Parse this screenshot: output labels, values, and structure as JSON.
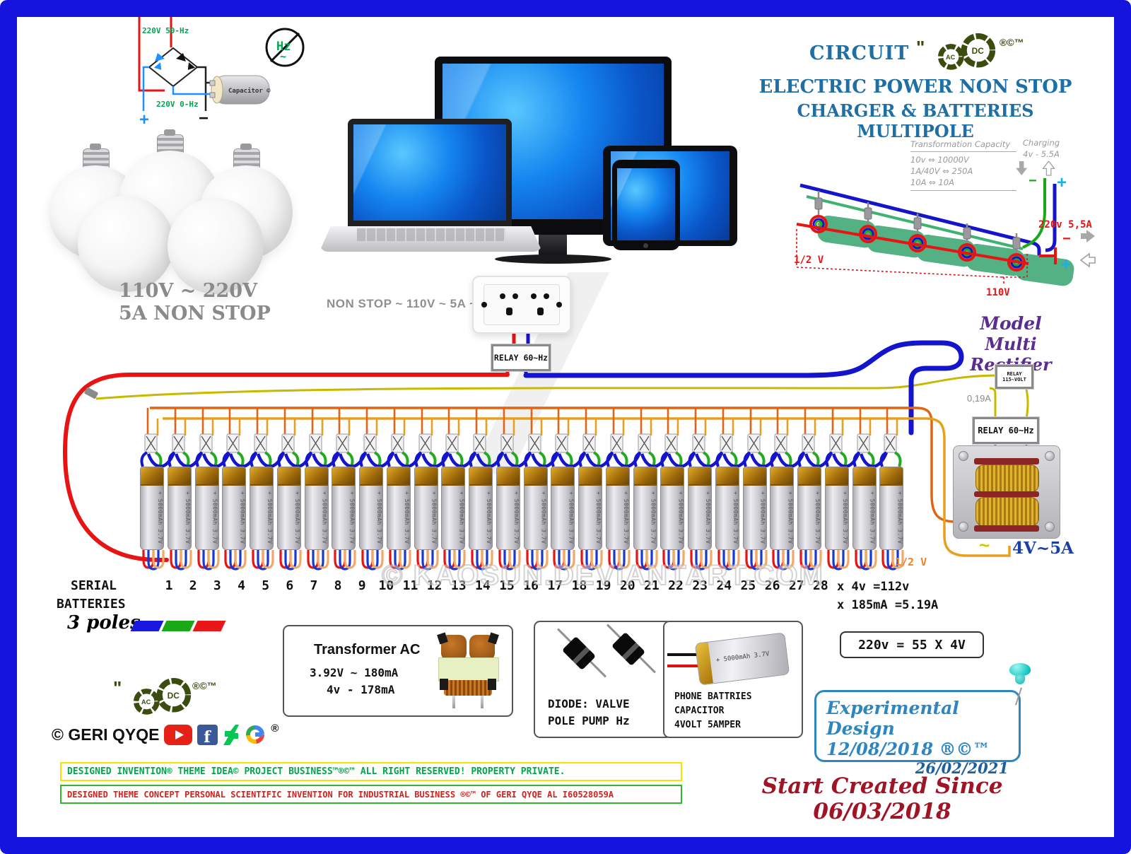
{
  "header": {
    "circuit": "CIRCUIT",
    "quote": "\"",
    "logo": {
      "ac": "AC",
      "dc": "DC",
      "marks": "®©™"
    },
    "title1": "ELECTRIC POWER NON STOP",
    "title2": "CHARGER & BATTERIES MULTIPOLE"
  },
  "rectifier": {
    "top_label": "220V 50-Hz",
    "bottom_label": "220V 0-Hz",
    "hz": "Hz",
    "tilde": "~",
    "capacitor": "Capacitor ©",
    "plus": "+",
    "minus": "−"
  },
  "bulbs": {
    "line1": "110V ~ 220V",
    "line2": "5A NON STOP"
  },
  "outlet": {
    "label": "NON  STOP ~ 110V ~ 5A ~ 60Hz",
    "relay": "RELAY 60~Hz"
  },
  "capacity": {
    "title": "Transformation Capacity",
    "rows": [
      "10v ⇔ 10000V",
      "1A/40V ⇔ 250A",
      "10A ⇔ 10A"
    ],
    "charging1": "Charging",
    "charging2": "4v - 5.5A"
  },
  "bank": {
    "half_v": "1/2 V",
    "v220": "220v 5,5A",
    "v110": "110V",
    "minus": "−",
    "plus": "+"
  },
  "model": {
    "line1": "Model",
    "line2": "Multi Rectifier"
  },
  "relays": {
    "r115_1": "RELAY",
    "r115_2": "115~VOLT",
    "amp": "0,19A",
    "r60": "RELAY 60~Hz"
  },
  "transformer_unit": {
    "tilde": "~",
    "rating": "4V~5A"
  },
  "battery_row": {
    "count": 28,
    "cell_label": "+ 5000mAh 3.7V",
    "numbers": [
      "1",
      "2",
      "3",
      "4",
      "5",
      "6",
      "7",
      "8",
      "9",
      "10",
      "11",
      "12",
      "13",
      "14",
      "15",
      "16",
      "17",
      "18",
      "19",
      "20",
      "21",
      "22",
      "23",
      "24",
      "25",
      "26",
      "27",
      "28"
    ],
    "half_v": "1/2 V",
    "serial1": "SERIAL",
    "serial2": "BATTERIES",
    "poles": "3 poles",
    "formula1": "x 4v =112v",
    "formula2": "x 185mA =5.19A"
  },
  "info_boxes": {
    "transformer_ac": {
      "title": "Transformer AC",
      "line1": "3.92V ~ 180mA",
      "line2": "4v - 178mA"
    },
    "diode": {
      "line1": "DIODE: VALVE",
      "line2": "POLE PUMP Hz"
    },
    "phone": {
      "label": "+ 5000mAh 3.7V",
      "line1": "PHONE BATTRIES",
      "line2": "CAPACITOR",
      "line3": "4VOLT 5AMPER"
    },
    "equation": "220v = 55 X 4V"
  },
  "stamp": {
    "line1": "Experimental Design",
    "line2": "12/08/2018 ®©™",
    "line3": "26/02/2021"
  },
  "credit": {
    "copyright": "© GERI QYQE",
    "reg": "®"
  },
  "footer_logo": {
    "quote": "\"",
    "ac": "AC",
    "dc": "DC",
    "marks": "®©™"
  },
  "banners": {
    "b1": "DESIGNED INVENTION® THEME IDEA© PROJECT BUSINESS™®©™ ALL RIGHT RESERVED! PROPERTY PRIVATE.",
    "b2": "DESIGNED THEME CONCEPT PERSONAL SCIENTIFIC INVENTION FOR INDUSTRIAL BUSINESS ®©™ OF GERI QYQE AL I60528059A"
  },
  "start_created": "Start Created Since 06/03/2018",
  "watermark": "© KAOSUN.DEVIANTART.COM"
}
